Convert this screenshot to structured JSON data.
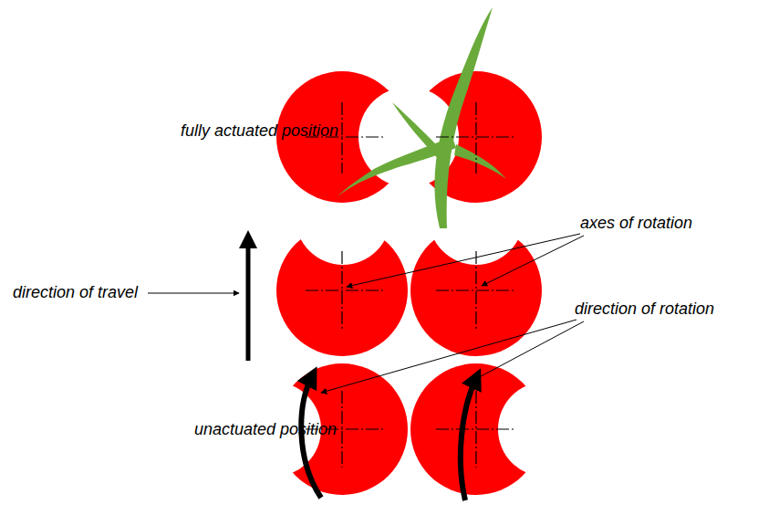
{
  "diagram": {
    "labels": [
      "fully actuated position",
      "direction of travel",
      "axes of rotation",
      "direction of rotation",
      "unactuated position"
    ]
  }
}
